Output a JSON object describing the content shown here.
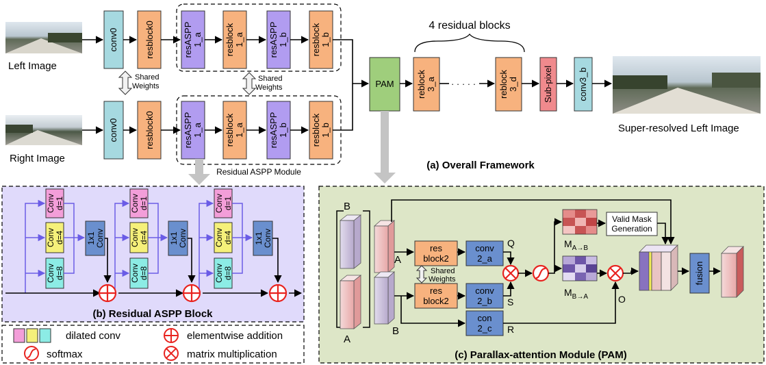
{
  "colors": {
    "conv0": "#a6d9e0",
    "resblock": "#f7b27e",
    "resaspp": "#b19cf0",
    "pam": "#9fce7c",
    "subpixel": "#f08a8d",
    "conv3b": "#a6d9e0",
    "dilated1": "#f39ed9",
    "dilated4": "#f5f07a",
    "dilated8": "#8cece5",
    "conv1x1": "#6a8fce",
    "panel_b_bg": "#e0dafb",
    "panel_c_bg": "#dde6c7",
    "operator": "#e8231f",
    "wire_b": "#6a5ce6",
    "gray_arrow": "#c4c4c4"
  },
  "panel_a": {
    "left_image_label": "Left Image",
    "right_image_label": "Right Image",
    "shared_weights": [
      "Shared",
      "Weights"
    ],
    "conv0_label": "conv0",
    "resblock0_label": "resblock0",
    "resaspp_1a": [
      "resASPP",
      "1_a"
    ],
    "resblock_1a": [
      "resblock",
      "1_a"
    ],
    "resaspp_1b": [
      "resASPP",
      "1_b"
    ],
    "resblock_1b": [
      "resblock",
      "1_b"
    ],
    "aspp_module_label": "Residual ASPP Module",
    "pam_label": "PAM",
    "residual_blocks_label": "4 residual blocks",
    "reblock_3a": [
      "reblock",
      "3_a"
    ],
    "dots": "· · · · ·",
    "reblock_3d": [
      "reblock",
      "3_d"
    ],
    "subpixel_label": "Sub-pixel",
    "conv3b_label": "conv3_b",
    "output_label": "Super-resolved Left Image",
    "caption": "(a) Overall Framework"
  },
  "panel_b": {
    "conv_d1": [
      "Conv",
      "d=1"
    ],
    "conv_d4": [
      "Conv",
      "d=4"
    ],
    "conv_d8": [
      "Conv",
      "d=8"
    ],
    "conv_1x1": [
      "1x1",
      "Conv"
    ],
    "caption": "(b) Residual ASPP Block"
  },
  "legend": {
    "dilated_conv": "dilated conv",
    "elementwise_addition": "elementwise addition",
    "softmax": "softmax",
    "matrix_multiplication": "matrix multiplication"
  },
  "panel_c": {
    "label_a": "A",
    "label_b": "B",
    "res_block2": [
      "res",
      "block2"
    ],
    "shared_weights": [
      "Shared",
      "Weights"
    ],
    "conv2a": [
      "conv",
      "2_a"
    ],
    "conv2b": [
      "conv",
      "2_b"
    ],
    "con2c": [
      "con",
      "2_c"
    ],
    "q": "Q",
    "s": "S",
    "r": "R",
    "o": "O",
    "m_ab_base": "M",
    "m_ab_sub": "A→B",
    "m_ba_base": "M",
    "m_ba_sub": "B→A",
    "valid_mask": [
      "Valid Mask",
      "Generation"
    ],
    "fusion": "fusion",
    "caption": "(c) Parallax-attention Module (PAM)"
  }
}
